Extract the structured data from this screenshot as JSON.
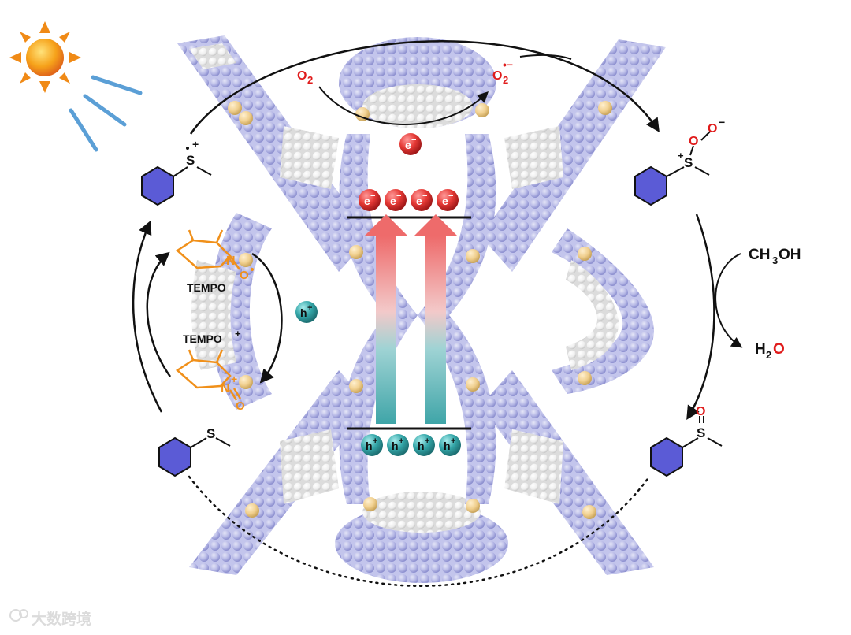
{
  "labels": {
    "o2": "O",
    "o2_sub": "2",
    "superoxide": "O",
    "superoxide_sub": "2",
    "superoxide_sup": "•−",
    "electron": "e",
    "electron_sup": "−",
    "hole": "h",
    "hole_sup": "+",
    "methanol_a": "CH",
    "methanol_sub": "3",
    "methanol_b": "OH",
    "water_a": "H",
    "water_sub": "2",
    "water_b": "O",
    "tempo": "TEMPO",
    "tempo_plus": "TEMPO",
    "tempo_plus_sup": "+",
    "atom_s": "S",
    "atom_o": "O",
    "atom_n": "N",
    "watermark": "大数跨境"
  },
  "colors": {
    "framework": "#b9bbe6",
    "framework_dark": "#8f92d0",
    "linker_accent": "#f0cf8e",
    "benzene": "#5b5bd6",
    "electron": "#e53935",
    "hole": "#34a6a8",
    "tempo": "#f0901a",
    "oxygen": "#e01b1b",
    "arrow_top": "#ee6b6b",
    "arrow_bottom": "#3fa5a8"
  },
  "icons": [
    "sun-icon",
    "light-ray-icon"
  ]
}
